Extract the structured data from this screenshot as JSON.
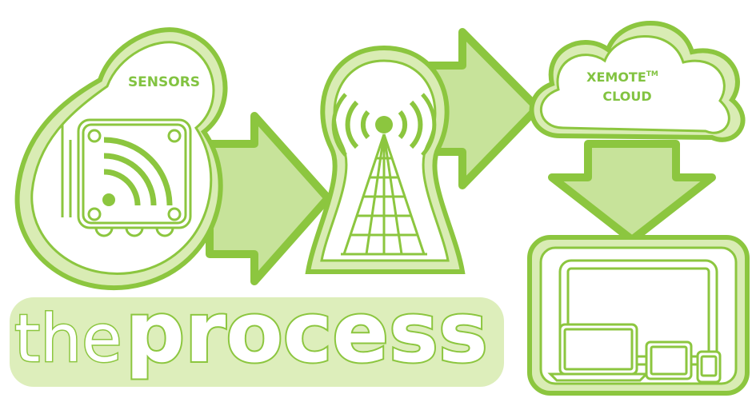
{
  "nodes": {
    "sensors": {
      "label": "SENSORS"
    },
    "cloud": {
      "label_line1": "XEMOTE",
      "trademark": "TM",
      "label_line2": "CLOUD"
    }
  },
  "title": {
    "part1": "the",
    "part2": "process"
  },
  "colors": {
    "green": "#8cc63f",
    "dark_green": "#82c341",
    "light_green": "#d9ecb4",
    "pale_green": "#c7e39a",
    "white": "#ffffff"
  }
}
